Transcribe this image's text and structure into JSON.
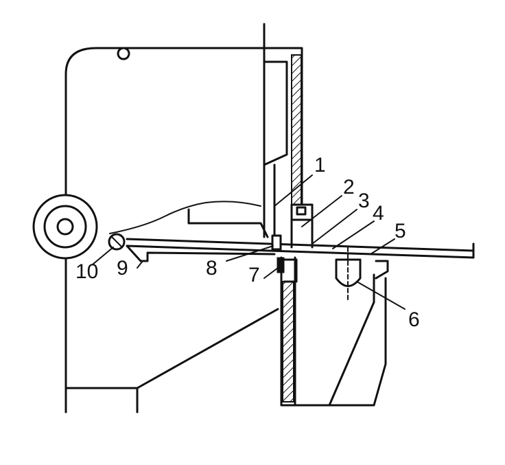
{
  "labels": {
    "n1": "1",
    "n2": "2",
    "n3": "3",
    "n4": "4",
    "n5": "5",
    "n6": "6",
    "n7": "7",
    "n8": "8",
    "n9": "9",
    "n10": "10"
  }
}
